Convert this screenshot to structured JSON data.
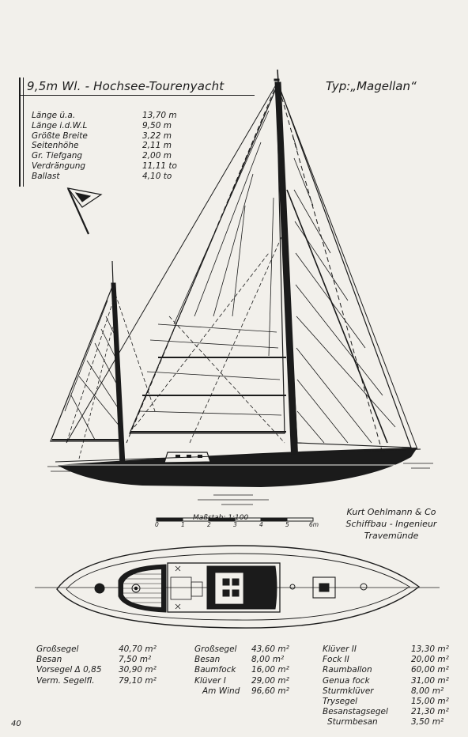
{
  "header": {
    "title": "9,5m Wl. - Hochsee-Tourenyacht",
    "type": "Typ:„Magellan“"
  },
  "specs": [
    {
      "label": "Länge ü.a.",
      "value": "13,70 m"
    },
    {
      "label": "Länge i.d.W.L",
      "value": "9,50 m"
    },
    {
      "label": "Größte Breite",
      "value": "3,22 m"
    },
    {
      "label": "Seitenhöhe",
      "value": "2,11 m"
    },
    {
      "label": "Gr. Tiefgang",
      "value": "2,00 m"
    },
    {
      "label": "Verdrängung",
      "value": "11,11 to"
    },
    {
      "label": "Ballast",
      "value": "4,10 to"
    }
  ],
  "scale": {
    "label": "Maßstab: 1:100",
    "ticks": [
      "0",
      "1",
      "2",
      "3",
      "4",
      "5",
      "6m"
    ]
  },
  "designer": {
    "line1": "Kurt Oehlmann & Co",
    "line2": "Schiffbau - Ingenieur",
    "line3": "Travemünde"
  },
  "sails": {
    "col1": [
      {
        "label": "Großsegel",
        "value": "40,70 m²"
      },
      {
        "label": "Besan",
        "value": "7,50 m²"
      },
      {
        "label": "Vorsegel Δ 0,85",
        "value": "30,90 m²"
      },
      {
        "label": "Verm. Segelfl.",
        "value": "79,10 m²"
      }
    ],
    "col2": [
      {
        "label": "Großsegel",
        "value": "43,60 m²"
      },
      {
        "label": "Besan",
        "value": "8,00 m²"
      },
      {
        "label": "Baumfock",
        "value": "16,00 m²"
      },
      {
        "label": "Klüver I",
        "value": "29,00 m²"
      },
      {
        "label": "Am Wind",
        "value": "96,60 m²"
      }
    ],
    "col3": [
      {
        "label": "Klüver II",
        "value": "13,30 m²"
      },
      {
        "label": "Fock II",
        "value": "20,00 m²"
      },
      {
        "label": "Raumballon",
        "value": "60,00 m²"
      },
      {
        "label": "Genua fock",
        "value": "31,00 m²"
      },
      {
        "label": "Sturmklüver",
        "value": "8,00 m²"
      },
      {
        "label": "Trysegel",
        "value": "15,00 m²"
      },
      {
        "label": "Besanstagsegel",
        "value": "21,30 m²"
      },
      {
        "label": "Sturmbesan",
        "value": "3,50 m²"
      }
    ]
  },
  "page_number": "40"
}
